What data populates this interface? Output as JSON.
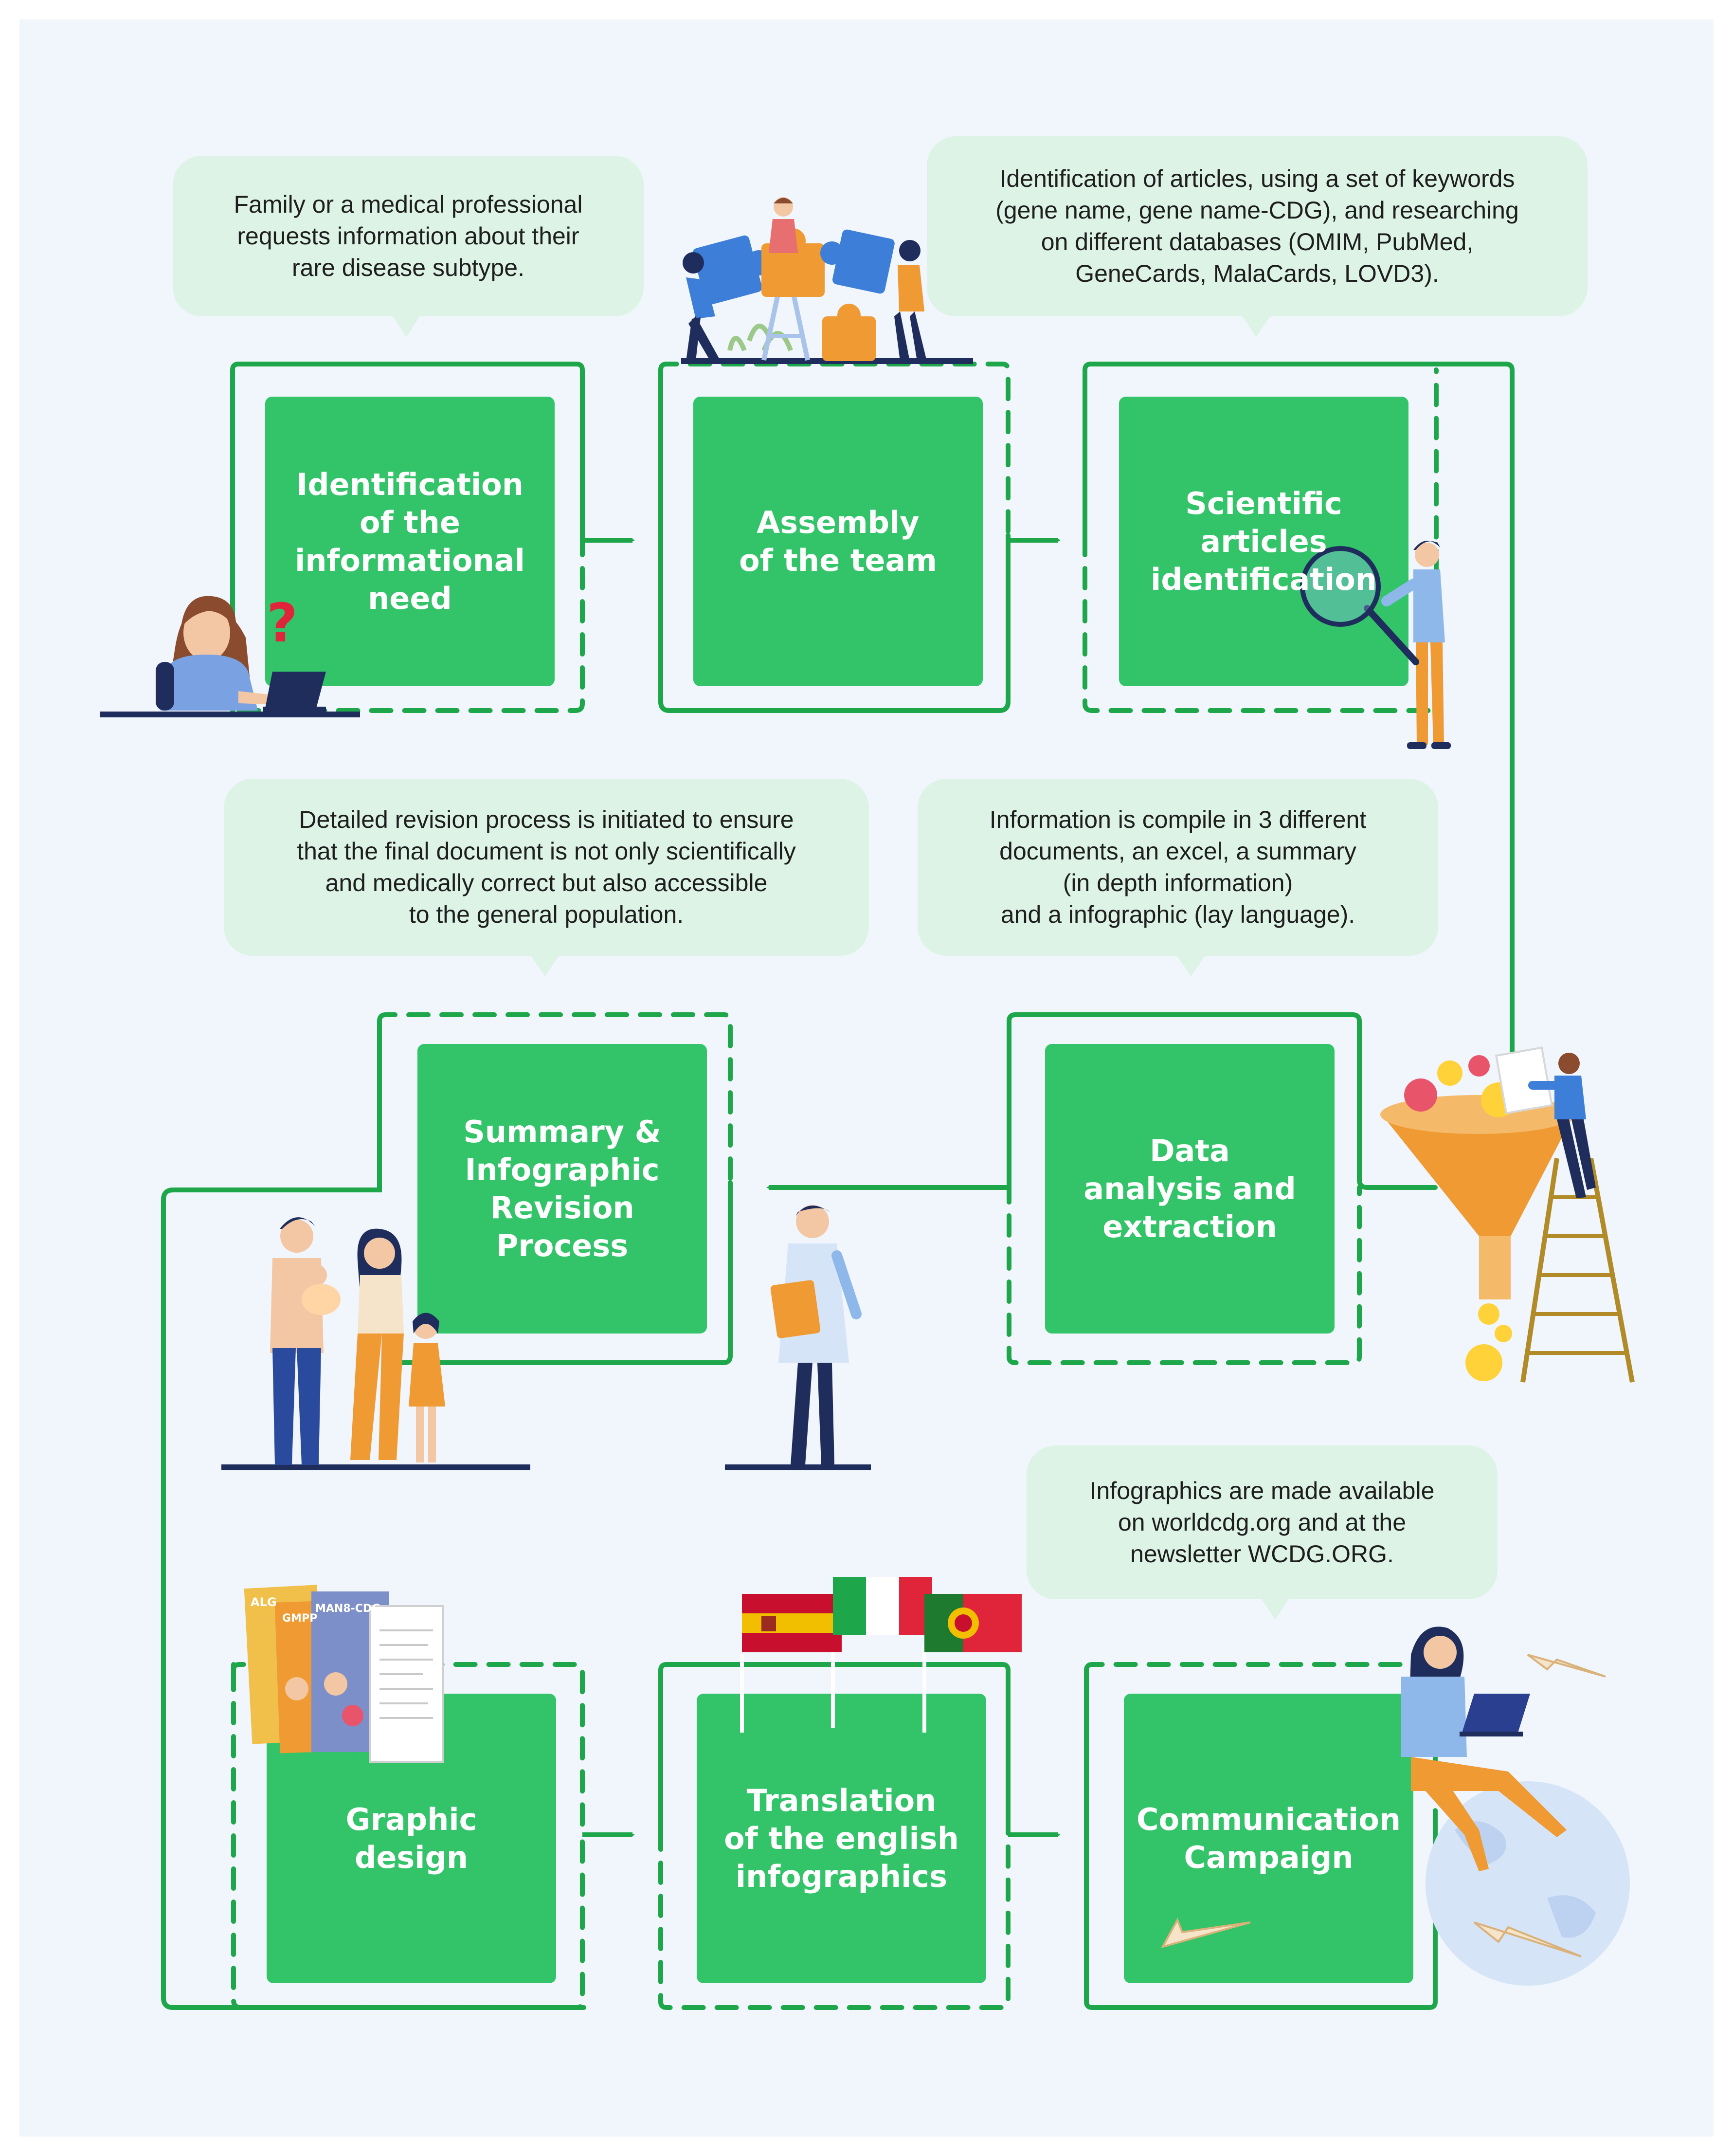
{
  "theme": {
    "green": "#33c46a",
    "line_green": "#1ea64a",
    "bubble": "#dcf3e6",
    "navy": "#1f2d5c",
    "orange": "#ef9a33",
    "light_blue": "#8fb8ea",
    "background": "#f0f6fb"
  },
  "steps": [
    {
      "id": "identification-need",
      "label": "Identification\nof the\ninformational\nneed"
    },
    {
      "id": "assembly-team",
      "label": "Assembly\nof the team"
    },
    {
      "id": "articles-identification",
      "label": "Scientific\narticles\nidentification"
    },
    {
      "id": "data-analysis",
      "label": "Data\nanalysis and\nextraction"
    },
    {
      "id": "summary-revision",
      "label": "Summary &\nInfographic\nRevision\nProcess"
    },
    {
      "id": "graphic-design",
      "label": "Graphic\ndesign"
    },
    {
      "id": "translation",
      "label": "Translation\nof the english\ninfographics"
    },
    {
      "id": "communication",
      "label": "Communication\nCampaign"
    }
  ],
  "notes": {
    "request": "Family or a medical professional\nrequests information about their\nrare disease subtype.",
    "articles": "Identification of articles, using a set of keywords\n(gene name, gene name-CDG), and researching\non different databases (OMIM, PubMed,\nGeneCards, MalaCards, LOVD3).",
    "revision": "Detailed revision process is initiated to ensure\nthat the final document is not only scientifically\nand medically correct but also accessible\nto the general population.",
    "compile": "Information is compile in 3 different\ndocuments, an excel, a summary\n(in depth information)\nand a infographic (lay language).",
    "availability": "Infographics are made available\non worldcdg.org and at the\nnewsletter WCDG.ORG."
  },
  "illustrations": {
    "question_mark": "?",
    "leaflet_title_1": "ALG",
    "leaflet_title_2": "GMPP",
    "leaflet_title_3": "MAN8-CDG",
    "flags": [
      "spain-flag",
      "italy-flag",
      "portugal-flag"
    ]
  }
}
